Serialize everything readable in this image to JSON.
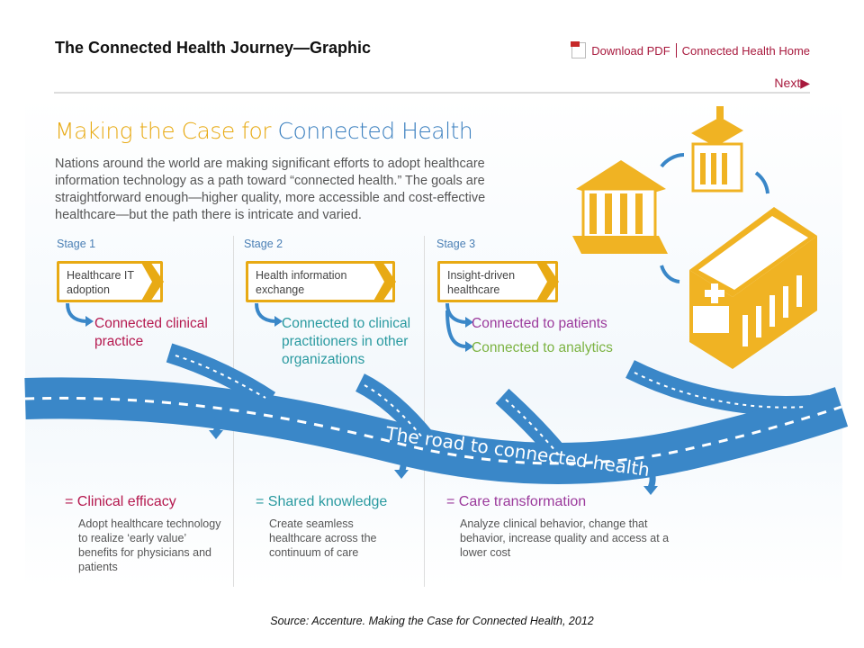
{
  "header": {
    "title": "The Connected Health Journey—Graphic",
    "download_pdf": "Download PDF",
    "home_link": "Connected Health Home",
    "next": "Next"
  },
  "heading": {
    "part1": "Making the Case for",
    "part2": "Connected Health"
  },
  "intro": "Nations around the world are making significant efforts to adopt healthcare information technology as a path toward “connected health.” The goals are straightforward enough—higher quality, more accessible and cost-effective healthcare—but the path there is intricate and varied.",
  "stages": [
    {
      "label": "Stage 1",
      "box": "Healthcare IT adoption",
      "outcomes": [
        "Connected clinical practice"
      ],
      "result": "= Clinical efficacy",
      "desc": "Adopt healthcare technology to realize ‘early value’ benefits for physicians and patients"
    },
    {
      "label": "Stage 2",
      "box": "Health information exchange",
      "outcomes": [
        "Connected to clinical practitioners in other organizations"
      ],
      "result": "= Shared knowledge",
      "desc": "Create seamless healthcare across the continuum of care"
    },
    {
      "label": "Stage 3",
      "box": "Insight-driven healthcare",
      "outcomes": [
        "Connected to patients",
        "Connected to analytics"
      ],
      "result": "= Care transformation",
      "desc": "Analyze clinical behavior, change that behavior, increase quality and access at a lower cost"
    }
  ],
  "road_label": "The road to connected health",
  "source": "Source: Accenture. Making the Case for Connected Health, 2012",
  "colors": {
    "gold": "#e8aa14",
    "blue": "#3a87c8",
    "crimson": "#b5194f",
    "teal": "#2a9aa0",
    "purple": "#9b3a9c",
    "green": "#7cb342"
  }
}
